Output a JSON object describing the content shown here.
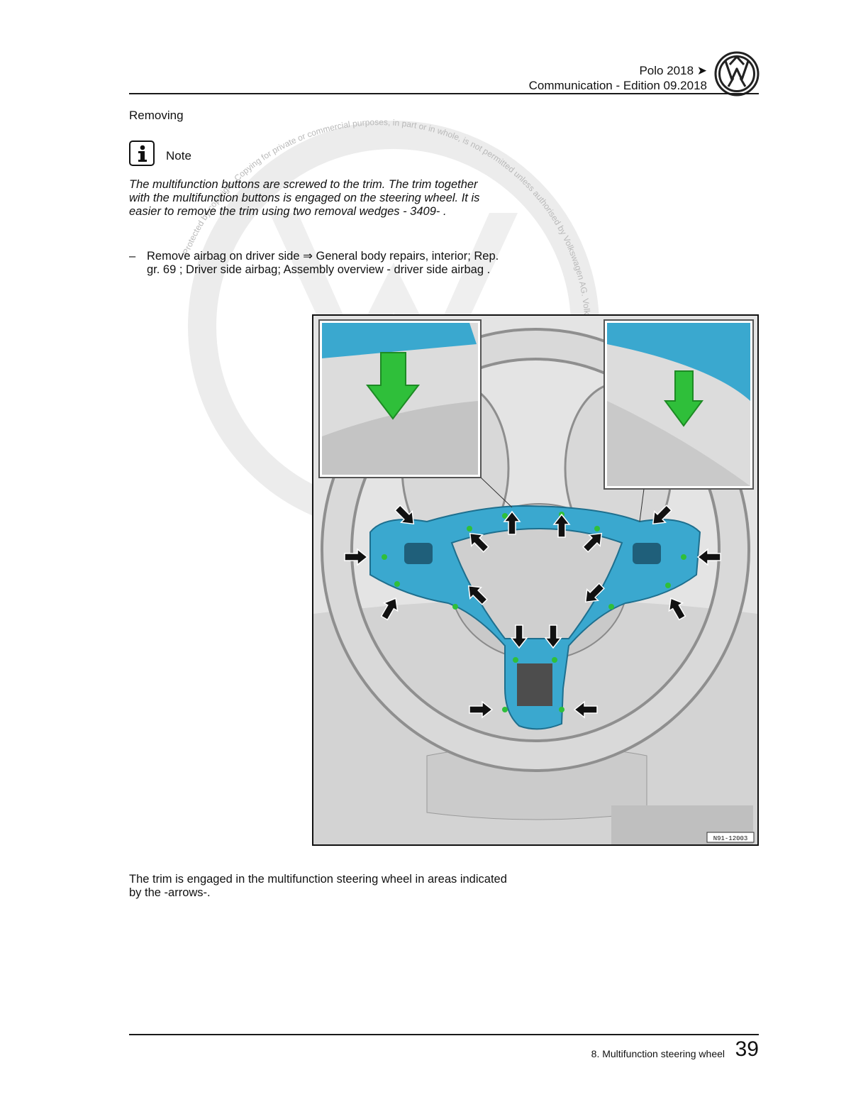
{
  "header": {
    "model": "Polo 2018 ➤",
    "edition": "Communication - Edition 09.2018"
  },
  "section": {
    "title": "Removing"
  },
  "note": {
    "label": "Note",
    "icon": "info-icon",
    "text": "The multifunction buttons are screwed to the trim. The trim together with the multifunction buttons is engaged on the steering wheel. It is easier to remove the trim using two removal wedges - 3409- ."
  },
  "step": {
    "dash": "–",
    "text": "Remove airbag on driver side ⇒ General body repairs, interior; Rep. gr. 69 ; Driver side airbag; Assembly overview - driver side airbag ."
  },
  "figure": {
    "id_label": "N91-12003",
    "trim_color": "#3aa8cf",
    "arrow_color": "#111111",
    "clip_color": "#2fbf3a"
  },
  "caption": "The trim is engaged in the multifunction steering wheel in areas indicated by the -arrows-.",
  "watermark": {
    "text": "Protected by copyright. Copying for private or commercial purposes, in part or in whole, is not permitted unless authorised by Volkswagen AG. Volkswagen AG does not guarantee or accept any liability with respect to the correctness of information in this document. Copyright by Volkswagen AG."
  },
  "footer": {
    "chapter": "8. Multifunction steering wheel",
    "page": "39"
  }
}
